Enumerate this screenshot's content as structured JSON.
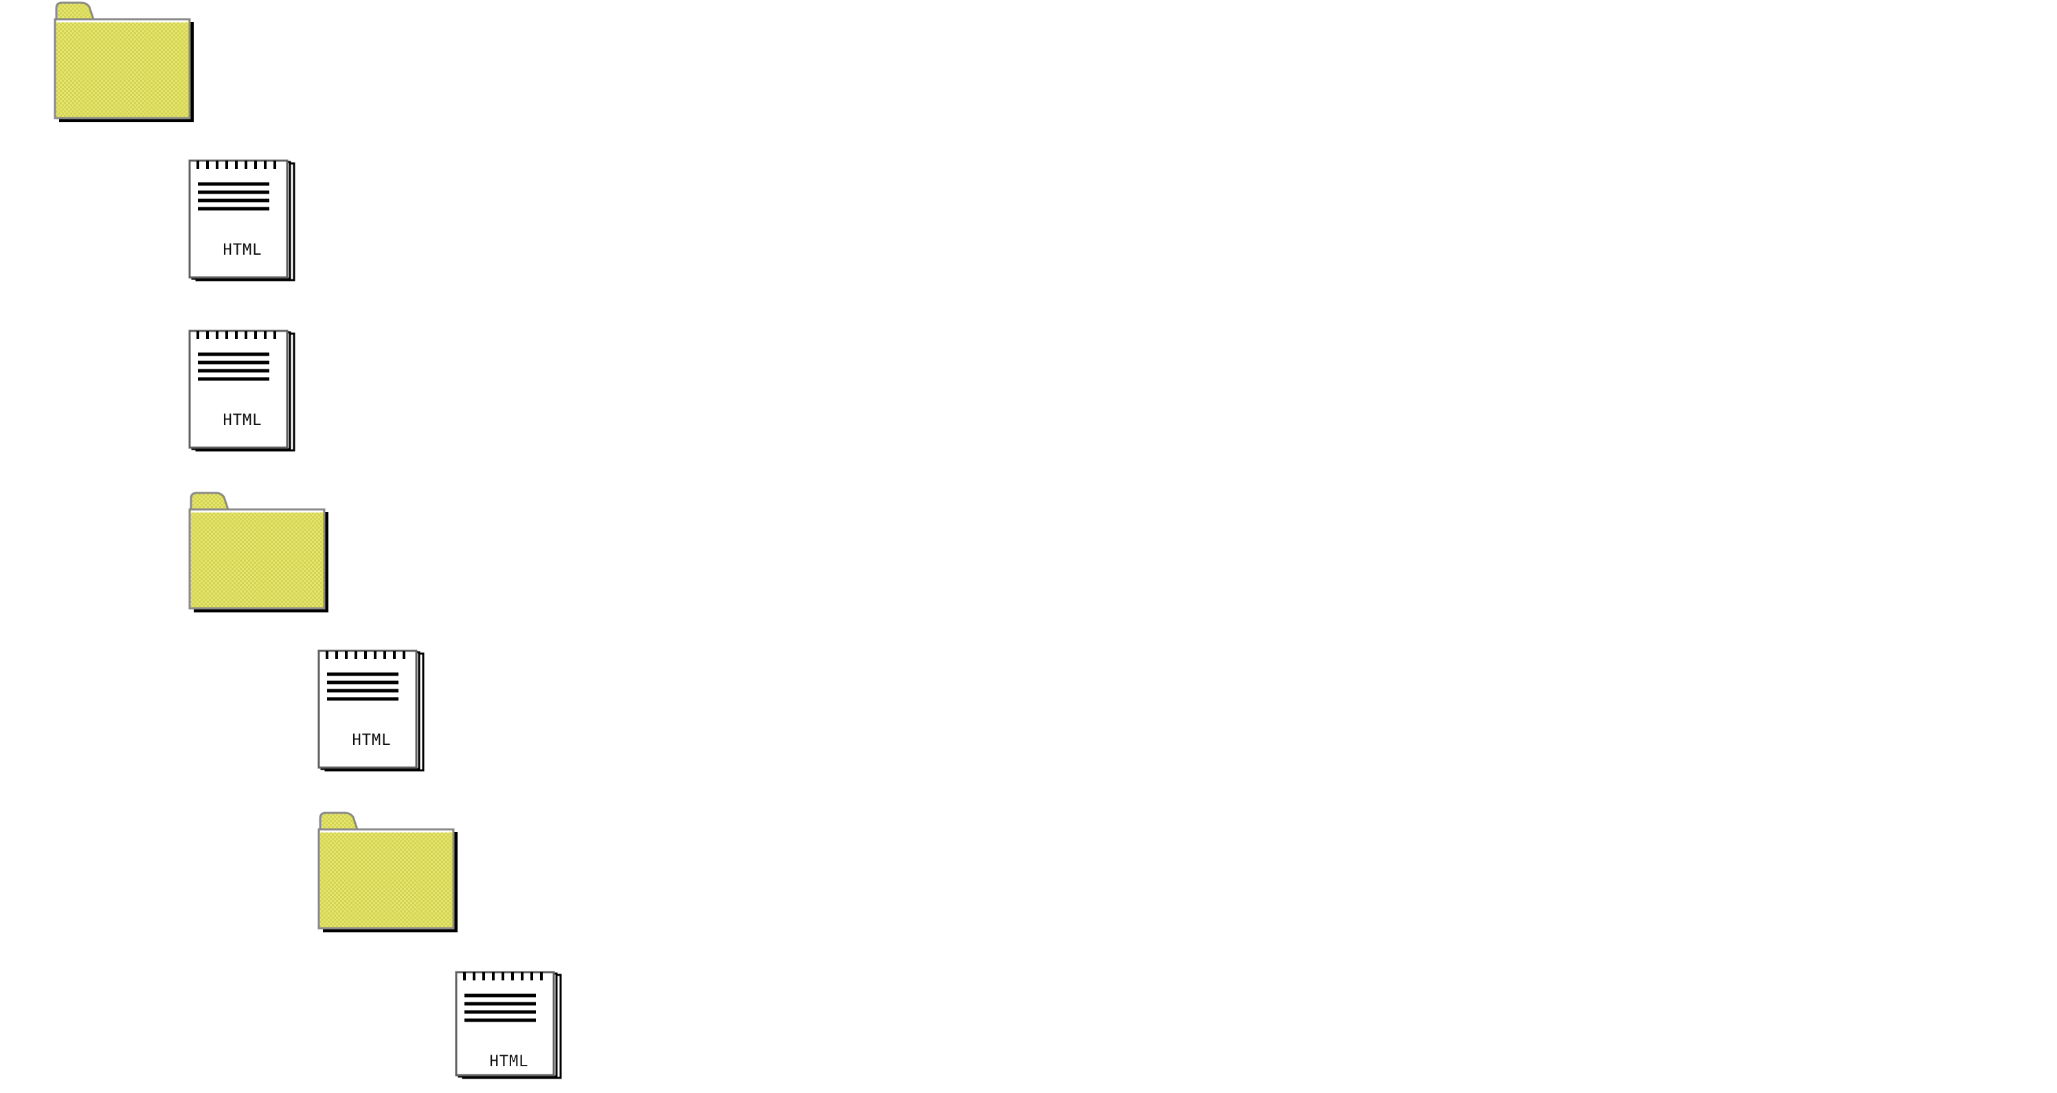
{
  "colors": {
    "folder_fill": "#e4e46a",
    "folder_check": "#d7d75a",
    "folder_outline": "#808080",
    "folder_shadow": "#000000",
    "document_paper": "#ffffff",
    "document_lines": "#000000"
  },
  "tree": {
    "root_folder": {
      "icon": "folder-icon"
    },
    "items": [
      {
        "kind": "document",
        "icon": "html-document-icon",
        "label": "HTML",
        "level": 1
      },
      {
        "kind": "document",
        "icon": "html-document-icon",
        "label": "HTML",
        "level": 1
      },
      {
        "kind": "folder",
        "icon": "folder-icon",
        "level": 1
      },
      {
        "kind": "document",
        "icon": "html-document-icon",
        "label": "HTML",
        "level": 2
      },
      {
        "kind": "folder",
        "icon": "folder-icon",
        "level": 2
      },
      {
        "kind": "document",
        "icon": "html-document-icon",
        "label": "HTML",
        "level": 3
      }
    ]
  }
}
